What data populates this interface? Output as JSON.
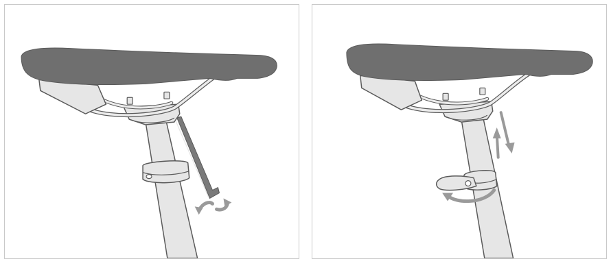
{
  "figure": {
    "panels": [
      {
        "id": "left",
        "tool": "hex-key",
        "motion": "rotate-bolt",
        "colors": {
          "saddle": "#6f6f6f",
          "line": "#5a5a5a",
          "fill": "#e6e6e6",
          "arrow": "#9a9a9a",
          "tool": "#7a7a7a"
        }
      },
      {
        "id": "right",
        "tool": "quick-release-lever",
        "motion": "flip-lever-and-slide-post",
        "colors": {
          "saddle": "#6f6f6f",
          "line": "#5a5a5a",
          "fill": "#e6e6e6",
          "arrow": "#9a9a9a"
        }
      }
    ]
  }
}
